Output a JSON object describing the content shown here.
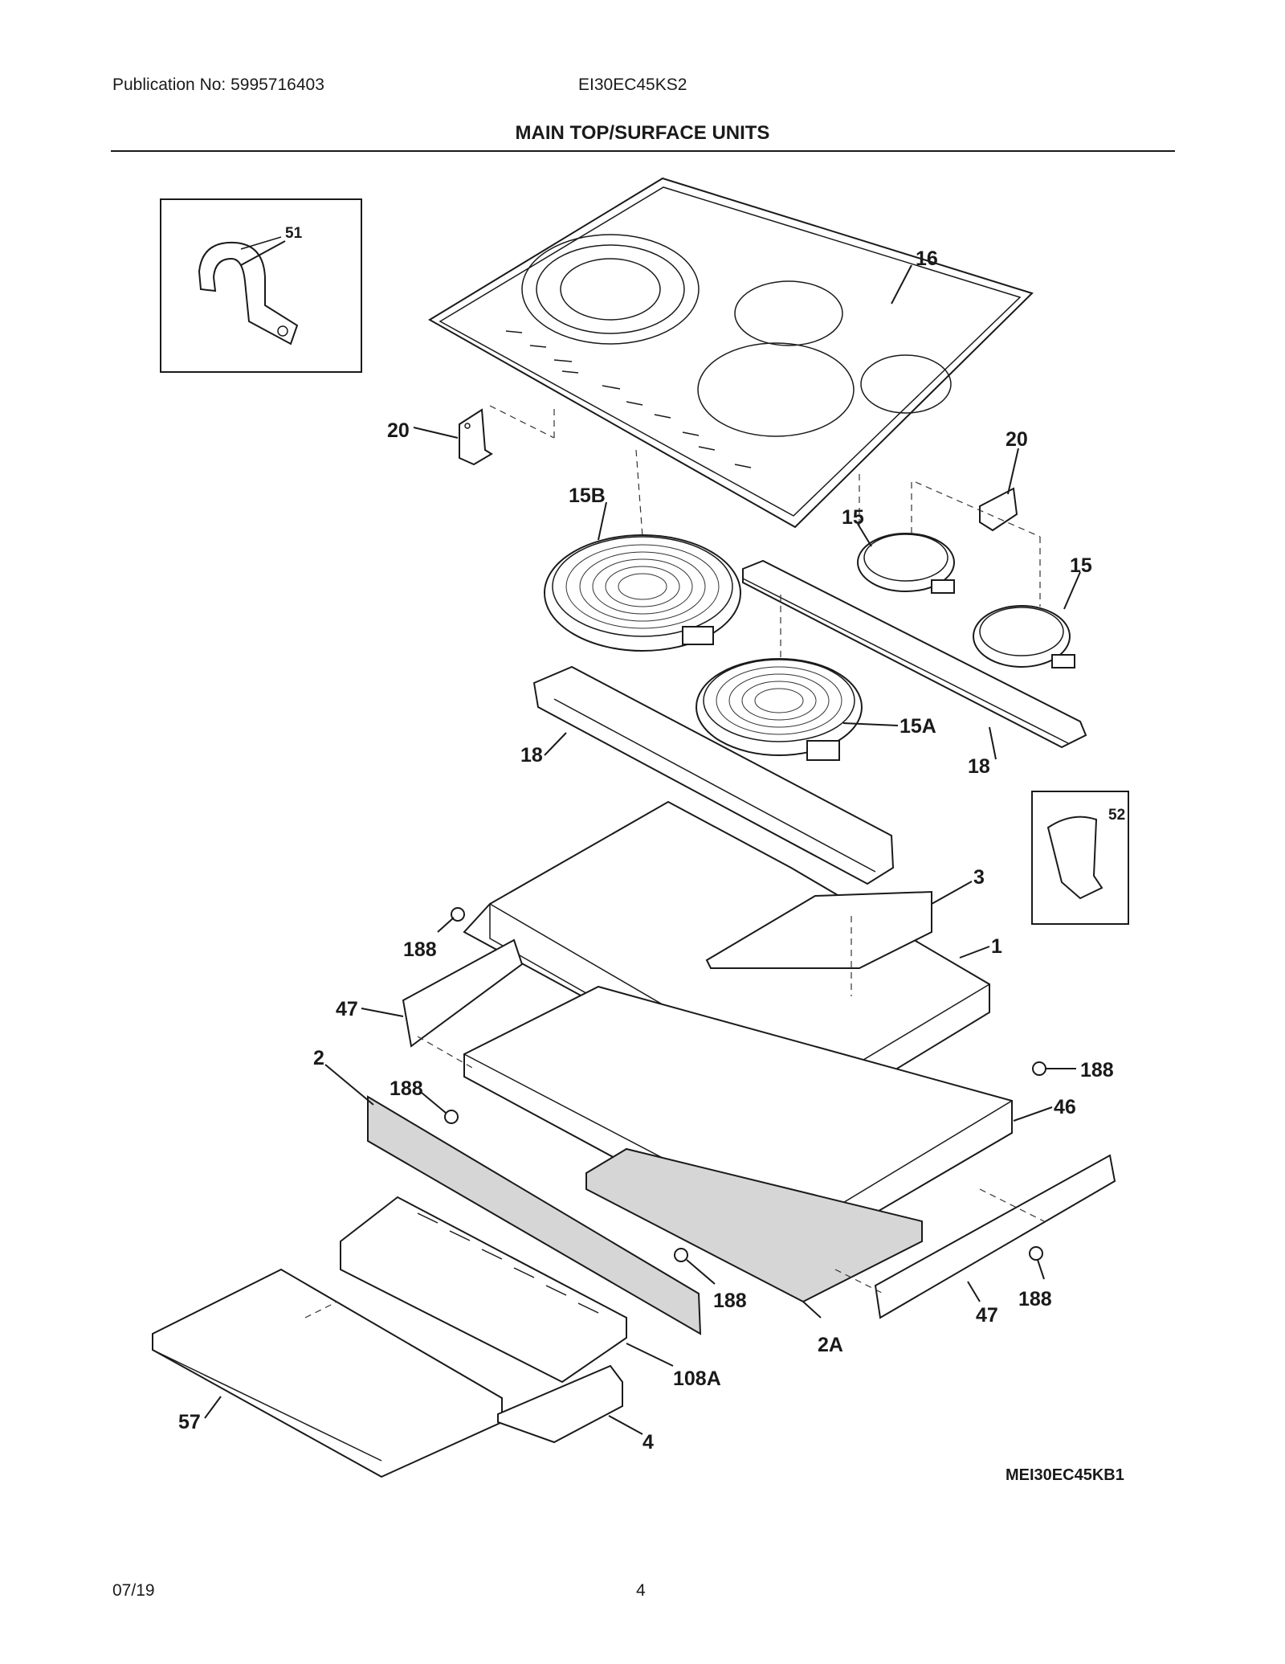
{
  "header": {
    "publication": "Publication No: 5995716403",
    "model": "EI30EC45KS2",
    "title": "MAIN TOP/SURFACE UNITS"
  },
  "footer": {
    "date": "07/19",
    "page_number": "4"
  },
  "diagram_code": "MEI30EC45KB1",
  "part_labels": {
    "p51": "51",
    "p16": "16",
    "p20a": "20",
    "p20b": "20",
    "p15B": "15B",
    "p15a": "15",
    "p15b": "15",
    "p15A": "15A",
    "p18a": "18",
    "p18b": "18",
    "p52": "52",
    "p3": "3",
    "p188a": "188",
    "p1": "1",
    "p47a": "47",
    "p2": "2",
    "p188b": "188",
    "p188c": "188",
    "p46": "46",
    "p188d": "188",
    "p188e": "188",
    "p47b": "47",
    "p2A": "2A",
    "p108A": "108A",
    "p57": "57",
    "p4": "4"
  }
}
